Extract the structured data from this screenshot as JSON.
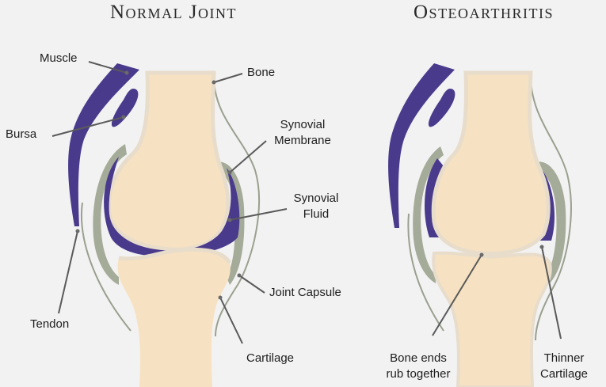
{
  "titles": {
    "normal": "Normal Joint",
    "osteoarthritis": "Osteoarthritis"
  },
  "labels": {
    "muscle": "Muscle",
    "bone": "Bone",
    "bursa": "Bursa",
    "synovial_membrane": [
      "Synovial",
      "Membrane"
    ],
    "synovial_fluid": [
      "Synovial",
      "Fluid"
    ],
    "joint_capsule": "Joint Capsule",
    "tendon": "Tendon",
    "cartilage": "Cartilage",
    "bone_ends_rub": [
      "Bone ends",
      "rub together"
    ],
    "thinner_cartilage": [
      "Thinner",
      "Cartilage"
    ]
  },
  "colors": {
    "background": "#f2f2f2",
    "bone": "#f6e2c2",
    "bone_rim": "#e8dccb",
    "synovial_purple": "#4a3a8c",
    "capsule_gray": "#a5ab99",
    "outline": "#9aa08f",
    "leader_line": "#5a5a5a"
  }
}
